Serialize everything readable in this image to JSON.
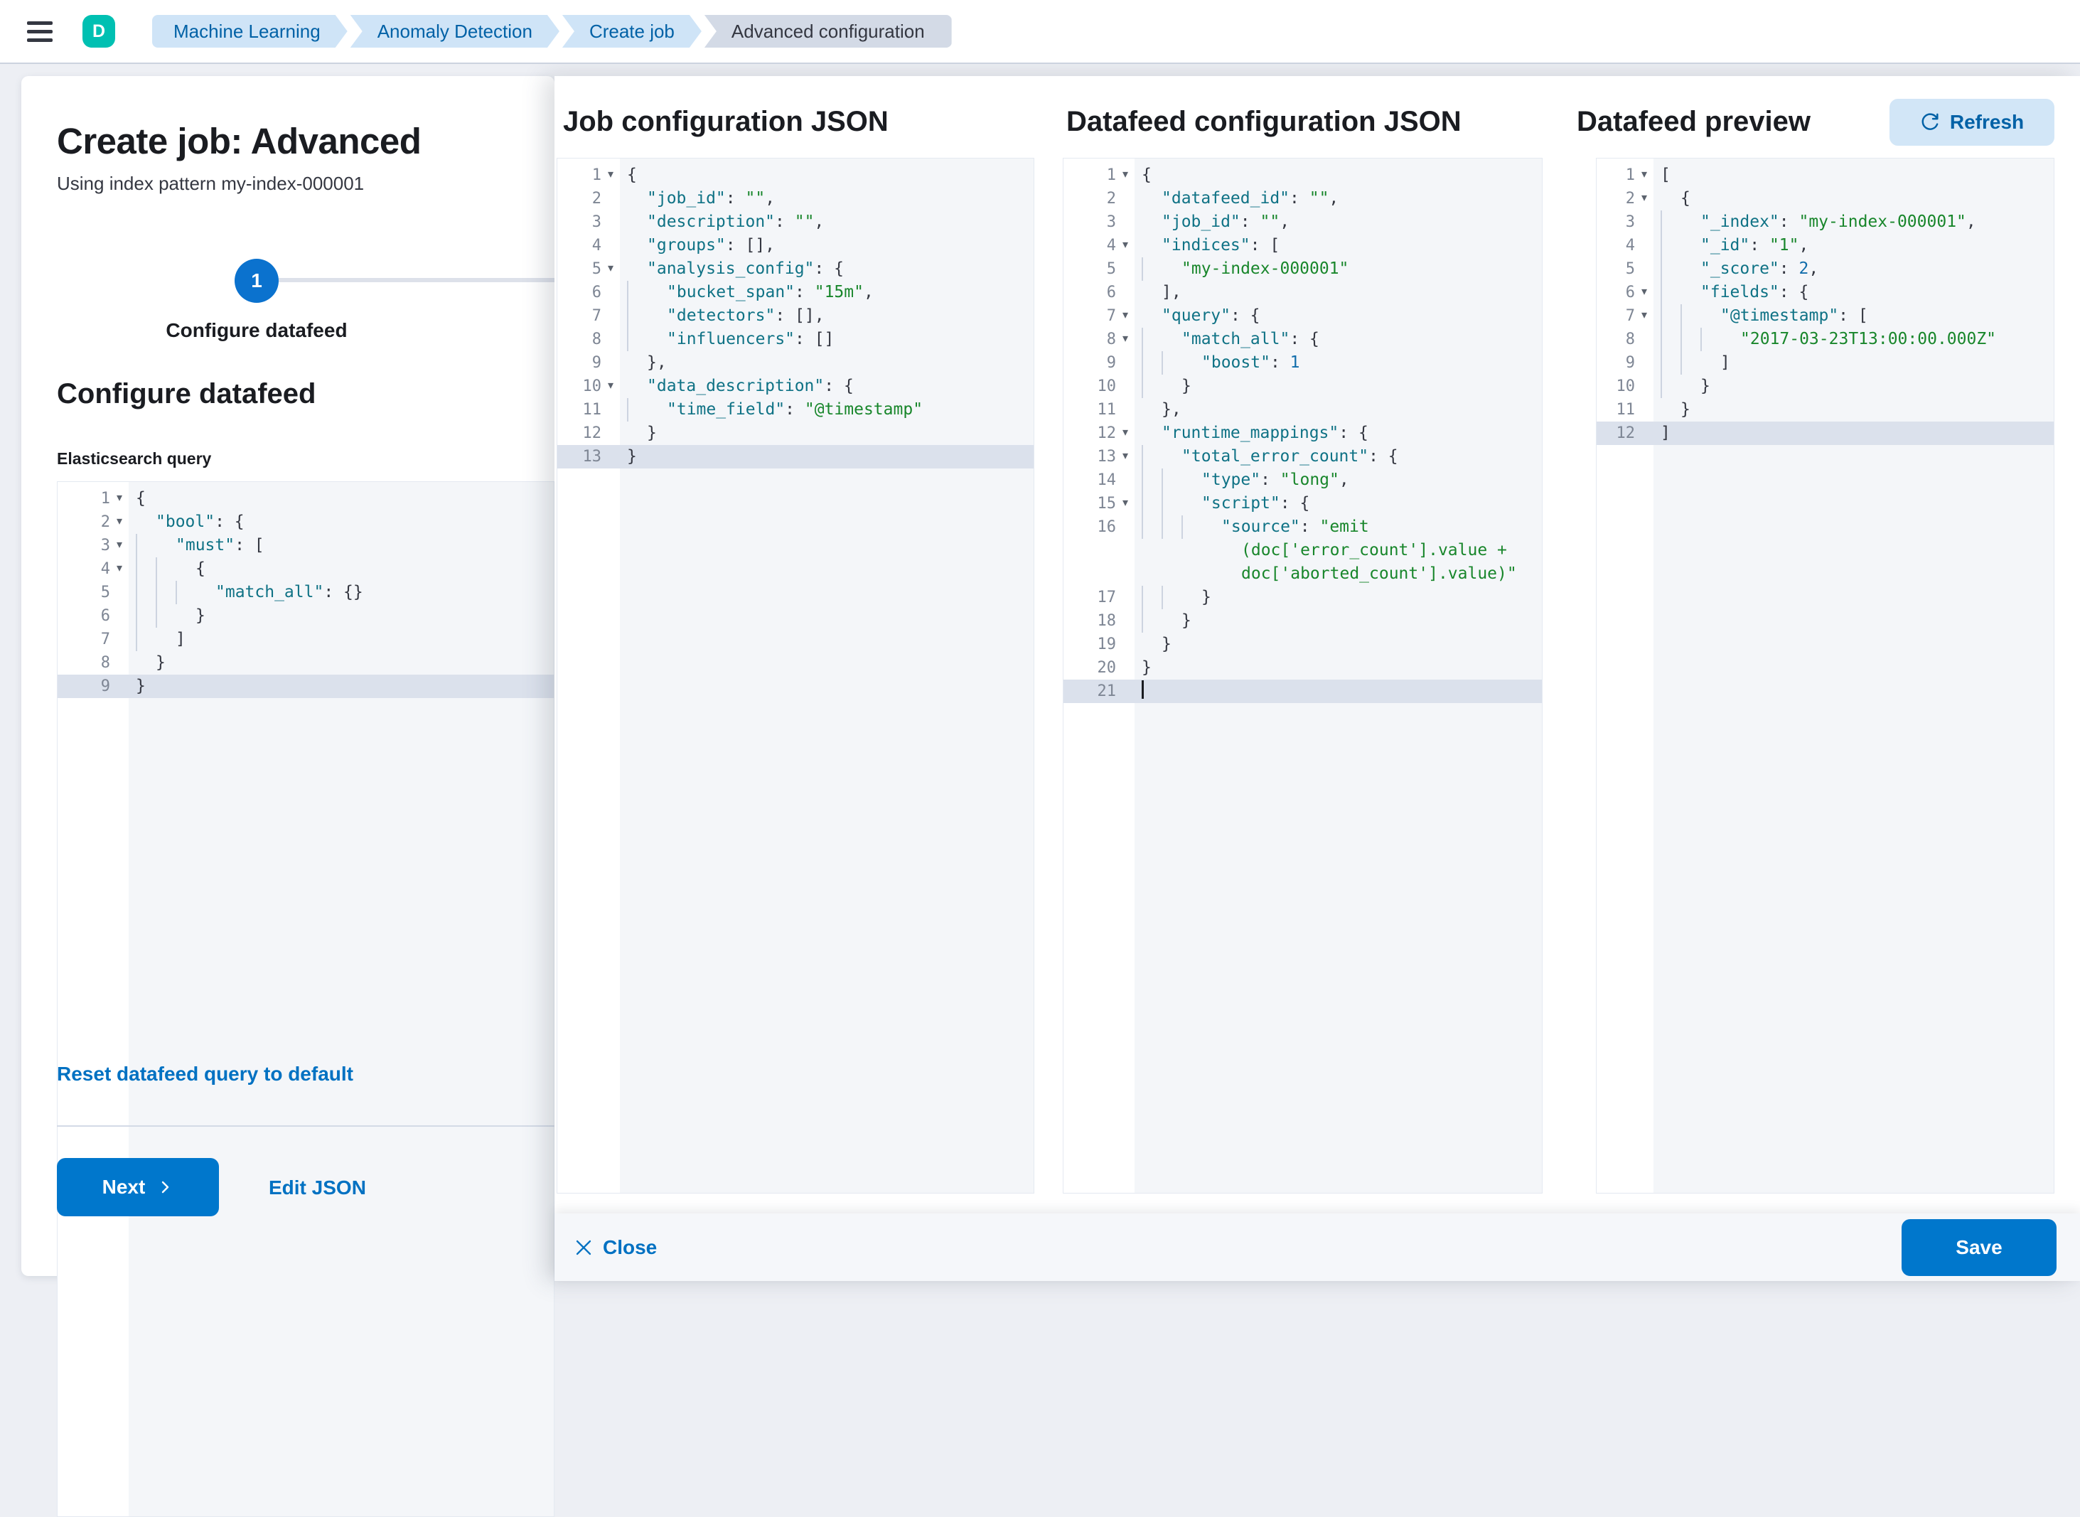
{
  "topbar": {
    "avatar_initial": "D",
    "breadcrumbs": [
      {
        "label": "Machine Learning"
      },
      {
        "label": "Anomaly Detection"
      },
      {
        "label": "Create job"
      },
      {
        "label": "Advanced configuration"
      }
    ]
  },
  "wizard": {
    "title": "Create job: Advanced",
    "subtitle": "Using index pattern my-index-000001",
    "step_number": "1",
    "step_label": "Configure datafeed",
    "section_heading": "Configure datafeed",
    "query_label": "Elasticsearch query",
    "reset_link": "Reset datafeed query to default",
    "next_label": "Next",
    "edit_json_label": "Edit JSON"
  },
  "panels": {
    "job": {
      "title": "Job configuration JSON"
    },
    "datafeed": {
      "title": "Datafeed configuration JSON"
    },
    "preview": {
      "title": "Datafeed preview",
      "refresh_label": "Refresh"
    }
  },
  "footer": {
    "close_label": "Close",
    "save_label": "Save"
  },
  "colors": {
    "primary_button": "#0077cc",
    "link": "#0071c2",
    "breadcrumb_bg": "#cfe4f7",
    "breadcrumb_text": "#0061a6",
    "breadcrumb_last_bg": "#d3dae6",
    "avatar_bg": "#00c0b2",
    "editor_bg": "#f4f6f9",
    "active_line_bg": "#dbe1ec",
    "syntax_key": "#0f7285",
    "syntax_string": "#18862b",
    "syntax_number": "#116dab"
  },
  "editors": {
    "es_query": {
      "lines": [
        {
          "n": "1",
          "f": 1,
          "b": 0,
          "p": 0,
          "t": [
            [
              "pu",
              "{"
            ]
          ]
        },
        {
          "n": "2",
          "f": 1,
          "b": 0,
          "p": 1,
          "t": [
            [
              "k",
              "\"bool\""
            ],
            [
              "pu",
              ": {"
            ]
          ]
        },
        {
          "n": "3",
          "f": 1,
          "b": 1,
          "p": 1,
          "t": [
            [
              "k",
              "\"must\""
            ],
            [
              "pu",
              ": ["
            ]
          ]
        },
        {
          "n": "4",
          "f": 1,
          "b": 2,
          "p": 1,
          "t": [
            [
              "pu",
              "{"
            ]
          ]
        },
        {
          "n": "5",
          "b": 3,
          "p": 1,
          "t": [
            [
              "k",
              "\"match_all\""
            ],
            [
              "pu",
              ": {}"
            ]
          ]
        },
        {
          "n": "6",
          "b": 2,
          "p": 1,
          "t": [
            [
              "pu",
              "}"
            ]
          ]
        },
        {
          "n": "7",
          "b": 1,
          "p": 1,
          "t": [
            [
              "pu",
              "]"
            ]
          ]
        },
        {
          "n": "8",
          "b": 0,
          "p": 1,
          "t": [
            [
              "pu",
              "}"
            ]
          ]
        },
        {
          "n": "9",
          "a": 1,
          "b": 0,
          "p": 0,
          "t": [
            [
              "pu",
              "}"
            ]
          ]
        }
      ]
    },
    "job_config": {
      "lines": [
        {
          "n": "1",
          "f": 1,
          "b": 0,
          "p": 0,
          "t": [
            [
              "pu",
              "{"
            ]
          ]
        },
        {
          "n": "2",
          "b": 0,
          "p": 1,
          "t": [
            [
              "k",
              "\"job_id\""
            ],
            [
              "pu",
              ": "
            ],
            [
              "s",
              "\"\""
            ],
            [
              "pu",
              ","
            ]
          ]
        },
        {
          "n": "3",
          "b": 0,
          "p": 1,
          "t": [
            [
              "k",
              "\"description\""
            ],
            [
              "pu",
              ": "
            ],
            [
              "s",
              "\"\""
            ],
            [
              "pu",
              ","
            ]
          ]
        },
        {
          "n": "4",
          "b": 0,
          "p": 1,
          "t": [
            [
              "k",
              "\"groups\""
            ],
            [
              "pu",
              ": [],"
            ]
          ]
        },
        {
          "n": "5",
          "f": 1,
          "b": 0,
          "p": 1,
          "t": [
            [
              "k",
              "\"analysis_config\""
            ],
            [
              "pu",
              ": {"
            ]
          ]
        },
        {
          "n": "6",
          "b": 1,
          "p": 1,
          "t": [
            [
              "k",
              "\"bucket_span\""
            ],
            [
              "pu",
              ": "
            ],
            [
              "s",
              "\"15m\""
            ],
            [
              "pu",
              ","
            ]
          ]
        },
        {
          "n": "7",
          "b": 1,
          "p": 1,
          "t": [
            [
              "k",
              "\"detectors\""
            ],
            [
              "pu",
              ": [],"
            ]
          ]
        },
        {
          "n": "8",
          "b": 1,
          "p": 1,
          "t": [
            [
              "k",
              "\"influencers\""
            ],
            [
              "pu",
              ": []"
            ]
          ]
        },
        {
          "n": "9",
          "b": 0,
          "p": 1,
          "t": [
            [
              "pu",
              "},"
            ]
          ]
        },
        {
          "n": "10",
          "f": 1,
          "b": 0,
          "p": 1,
          "t": [
            [
              "k",
              "\"data_description\""
            ],
            [
              "pu",
              ": {"
            ]
          ]
        },
        {
          "n": "11",
          "b": 1,
          "p": 1,
          "t": [
            [
              "k",
              "\"time_field\""
            ],
            [
              "pu",
              ": "
            ],
            [
              "s",
              "\"@timestamp\""
            ]
          ]
        },
        {
          "n": "12",
          "b": 0,
          "p": 1,
          "t": [
            [
              "pu",
              "}"
            ]
          ]
        },
        {
          "n": "13",
          "a": 1,
          "b": 0,
          "p": 0,
          "t": [
            [
              "pu",
              "}"
            ]
          ]
        }
      ]
    },
    "datafeed_config": {
      "lines": [
        {
          "n": "1",
          "f": 1,
          "b": 0,
          "p": 0,
          "t": [
            [
              "pu",
              "{"
            ]
          ]
        },
        {
          "n": "2",
          "b": 0,
          "p": 1,
          "t": [
            [
              "k",
              "\"datafeed_id\""
            ],
            [
              "pu",
              ": "
            ],
            [
              "s",
              "\"\""
            ],
            [
              "pu",
              ","
            ]
          ]
        },
        {
          "n": "3",
          "b": 0,
          "p": 1,
          "t": [
            [
              "k",
              "\"job_id\""
            ],
            [
              "pu",
              ": "
            ],
            [
              "s",
              "\"\""
            ],
            [
              "pu",
              ","
            ]
          ]
        },
        {
          "n": "4",
          "f": 1,
          "b": 0,
          "p": 1,
          "t": [
            [
              "k",
              "\"indices\""
            ],
            [
              "pu",
              ": ["
            ]
          ]
        },
        {
          "n": "5",
          "b": 1,
          "p": 1,
          "t": [
            [
              "s",
              "\"my-index-000001\""
            ]
          ]
        },
        {
          "n": "6",
          "b": 0,
          "p": 1,
          "t": [
            [
              "pu",
              "],"
            ]
          ]
        },
        {
          "n": "7",
          "f": 1,
          "b": 0,
          "p": 1,
          "t": [
            [
              "k",
              "\"query\""
            ],
            [
              "pu",
              ": {"
            ]
          ]
        },
        {
          "n": "8",
          "f": 1,
          "b": 1,
          "p": 1,
          "t": [
            [
              "k",
              "\"match_all\""
            ],
            [
              "pu",
              ": {"
            ]
          ]
        },
        {
          "n": "9",
          "b": 2,
          "p": 1,
          "t": [
            [
              "k",
              "\"boost\""
            ],
            [
              "pu",
              ": "
            ],
            [
              "n",
              "1"
            ]
          ]
        },
        {
          "n": "10",
          "b": 1,
          "p": 1,
          "t": [
            [
              "pu",
              "}"
            ]
          ]
        },
        {
          "n": "11",
          "b": 0,
          "p": 1,
          "t": [
            [
              "pu",
              "},"
            ]
          ]
        },
        {
          "n": "12",
          "f": 1,
          "b": 0,
          "p": 1,
          "t": [
            [
              "k",
              "\"runtime_mappings\""
            ],
            [
              "pu",
              ": {"
            ]
          ]
        },
        {
          "n": "13",
          "f": 1,
          "b": 1,
          "p": 1,
          "t": [
            [
              "k",
              "\"total_error_count\""
            ],
            [
              "pu",
              ": {"
            ]
          ]
        },
        {
          "n": "14",
          "b": 2,
          "p": 1,
          "t": [
            [
              "k",
              "\"type\""
            ],
            [
              "pu",
              ": "
            ],
            [
              "s",
              "\"long\""
            ],
            [
              "pu",
              ","
            ]
          ]
        },
        {
          "n": "15",
          "f": 1,
          "b": 2,
          "p": 1,
          "t": [
            [
              "k",
              "\"script\""
            ],
            [
              "pu",
              ": {"
            ]
          ]
        },
        {
          "n": "16",
          "b": 3,
          "p": 1,
          "t": [
            [
              "k",
              "\"source\""
            ],
            [
              "pu",
              ": "
            ],
            [
              "s",
              "\"emit"
            ]
          ]
        },
        {
          "b": 0,
          "p": 5,
          "t": [
            [
              "s",
              "(doc['error_count'].value +"
            ]
          ]
        },
        {
          "b": 0,
          "p": 5,
          "t": [
            [
              "s",
              "doc['aborted_count'].value)\""
            ]
          ]
        },
        {
          "n": "17",
          "b": 2,
          "p": 1,
          "t": [
            [
              "pu",
              "}"
            ]
          ]
        },
        {
          "n": "18",
          "b": 1,
          "p": 1,
          "t": [
            [
              "pu",
              "}"
            ]
          ]
        },
        {
          "n": "19",
          "b": 0,
          "p": 1,
          "t": [
            [
              "pu",
              "}"
            ]
          ]
        },
        {
          "n": "20",
          "b": 0,
          "p": 0,
          "t": [
            [
              "pu",
              "}"
            ]
          ]
        },
        {
          "n": "21",
          "a": 1,
          "cur": 1,
          "b": 0,
          "p": 0,
          "t": []
        }
      ]
    },
    "preview": {
      "lines": [
        {
          "n": "1",
          "f": 1,
          "b": 0,
          "p": 0,
          "t": [
            [
              "pu",
              "["
            ]
          ]
        },
        {
          "n": "2",
          "f": 1,
          "b": 0,
          "p": 1,
          "t": [
            [
              "pu",
              "{"
            ]
          ]
        },
        {
          "n": "3",
          "b": 1,
          "p": 1,
          "t": [
            [
              "k",
              "\"_index\""
            ],
            [
              "pu",
              ": "
            ],
            [
              "s",
              "\"my-index-000001\""
            ],
            [
              "pu",
              ","
            ]
          ]
        },
        {
          "n": "4",
          "b": 1,
          "p": 1,
          "t": [
            [
              "k",
              "\"_id\""
            ],
            [
              "pu",
              ": "
            ],
            [
              "s",
              "\"1\""
            ],
            [
              "pu",
              ","
            ]
          ]
        },
        {
          "n": "5",
          "b": 1,
          "p": 1,
          "t": [
            [
              "k",
              "\"_score\""
            ],
            [
              "pu",
              ": "
            ],
            [
              "n",
              "2"
            ],
            [
              "pu",
              ","
            ]
          ]
        },
        {
          "n": "6",
          "f": 1,
          "b": 1,
          "p": 1,
          "t": [
            [
              "k",
              "\"fields\""
            ],
            [
              "pu",
              ": {"
            ]
          ]
        },
        {
          "n": "7",
          "f": 1,
          "b": 2,
          "p": 1,
          "t": [
            [
              "k",
              "\"@timestamp\""
            ],
            [
              "pu",
              ": ["
            ]
          ]
        },
        {
          "n": "8",
          "b": 3,
          "p": 1,
          "t": [
            [
              "s",
              "\"2017-03-23T13:00:00.000Z\""
            ]
          ]
        },
        {
          "n": "9",
          "b": 2,
          "p": 1,
          "t": [
            [
              "pu",
              "]"
            ]
          ]
        },
        {
          "n": "10",
          "b": 1,
          "p": 1,
          "t": [
            [
              "pu",
              "}"
            ]
          ]
        },
        {
          "n": "11",
          "b": 0,
          "p": 1,
          "t": [
            [
              "pu",
              "}"
            ]
          ]
        },
        {
          "n": "12",
          "a": 1,
          "b": 0,
          "p": 0,
          "t": [
            [
              "pu",
              "]"
            ]
          ]
        }
      ]
    }
  }
}
